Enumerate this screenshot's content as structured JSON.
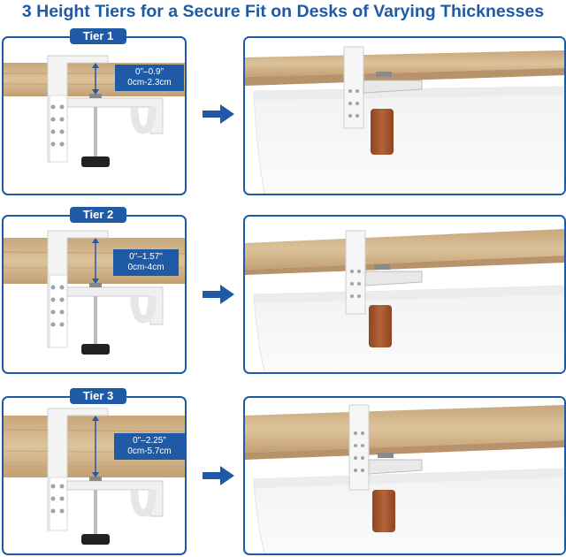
{
  "headline": "3 Height Tiers for a Secure Fit on Desks of Varying Thicknesses",
  "colors": {
    "brand_blue": "#1f5aa6",
    "headline_blue": "#1d5aa8",
    "wood": "#d4b78c",
    "strap": "#a3562e"
  },
  "tiers": [
    {
      "label": "Tier 1",
      "range_in": "0\"–0.9\"",
      "range_cm": "0cm-2.3cm"
    },
    {
      "label": "Tier 2",
      "range_in": "0\"–1.57\"",
      "range_cm": "0cm-4cm"
    },
    {
      "label": "Tier 3",
      "range_in": "0\"–2.25\"",
      "range_cm": "0cm-5.7cm"
    }
  ],
  "icons": {
    "arrow": "right-arrow-icon"
  }
}
